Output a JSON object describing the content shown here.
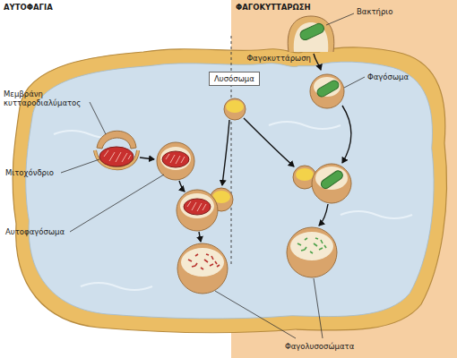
{
  "diagram": {
    "nodes": [
      {
        "text": [
          "Λυσόσωμα"
        ]
      }
    ],
    "labels": [
      "ΑΥΤΟΦΑΓΙΑ",
      "ΦΑΓΟΚΥΤΤΑΡΩΣΗ",
      "Βακτήριο",
      "Φαγοκυττάρωση",
      "Φαγόσωμα",
      "Μεμβράνη κυτταροδιαλύματος",
      "Μιτοχόνδριο",
      "Αυτοφαγόσωμα",
      "Φαγολυσοσώματα"
    ]
  }
}
